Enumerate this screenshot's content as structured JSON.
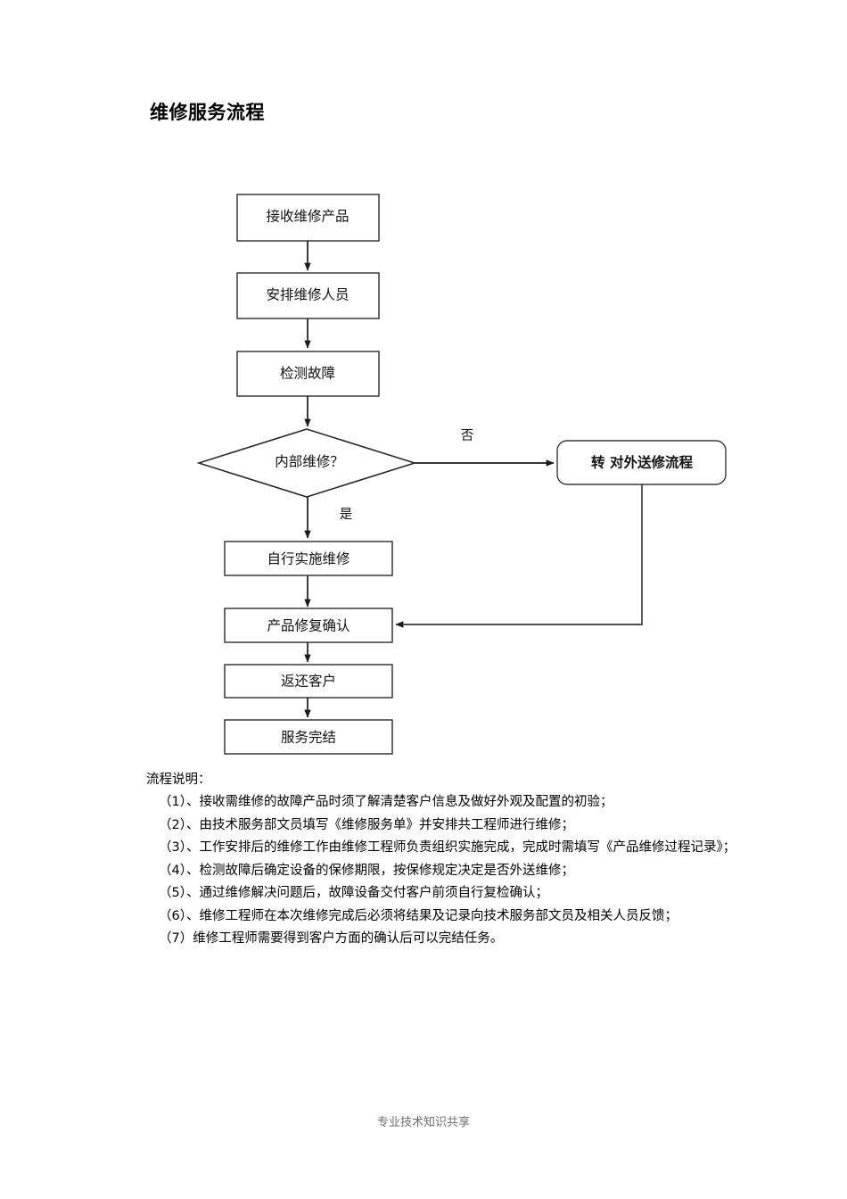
{
  "document": {
    "title": "维修服务流程",
    "footer": "专业技术知识共享"
  },
  "flowchart": {
    "nodes": {
      "receive": "接收维修产品",
      "assign": "安排维修人员",
      "diagnose": "检测故障",
      "decision": "内部维修？",
      "external": "转  对外送修流程",
      "self_repair": "自行实施维修",
      "confirm": "产品修复确认",
      "return_customer": "返还客户",
      "finish": "服务完结"
    },
    "branches": {
      "no": "否",
      "yes": "是"
    }
  },
  "notes": {
    "heading": "流程说明：",
    "items": [
      "（1）、接收需维修的故障产品时须了解清楚客户信息及做好外观及配置的初验；",
      "（2）、由技术服务部文员填写《维修服务单》并安排共工程师进行维修；",
      "（3）、工作安排后的维修工作由维修工程师负责组织实施完成，完成时需填写《产品维修过程记录》；",
      "（4）、检测故障后确定设备的保修期限，按保修规定决定是否外送维修；",
      "（5）、通过维修解决问题后，故障设备交付客户前须自行复检确认；",
      "（6）、维修工程师在本次维修完成后必须将结果及记录向技术服务部文员及相关人员反馈；",
      "（7）维修工程师需要得到客户方面的确认后可以完结任务。"
    ]
  }
}
